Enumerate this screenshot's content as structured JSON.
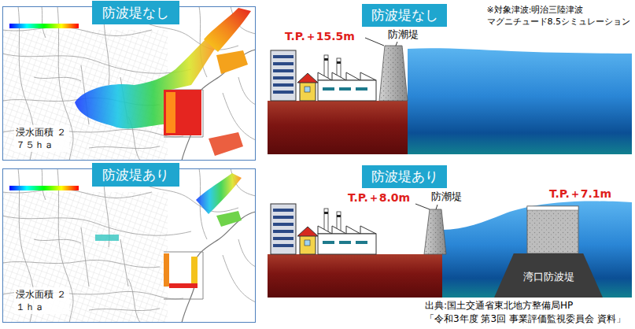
{
  "diagram": {
    "nodes": [
      {
        "text": [
          "防波堤なし"
        ]
      },
      {
        "text": [
          "浸水面積 ２７５ｈａ"
        ]
      },
      {
        "text": [
          "防波堤なし"
        ]
      },
      {
        "text": [
          "防波堤あり"
        ]
      },
      {
        "text": [
          "浸水面積 ２１ｈａ"
        ]
      },
      {
        "text": [
          "防波堤あり"
        ]
      },
      {
        "text": [
          "湾口防波堤"
        ]
      }
    ],
    "labels": [
      "※対象津波:明治三陸津波",
      "マグニチュード8.5シミュレーション",
      "T.P.＋15.5m",
      "防潮堤",
      "T.P.＋8.0m",
      "防潮堤",
      "T.P.＋7.1m",
      "出典:国土交通省東北地方整備局HP",
      "「令和3年度 第3回 事業評価監視委員会 資料」"
    ]
  }
}
